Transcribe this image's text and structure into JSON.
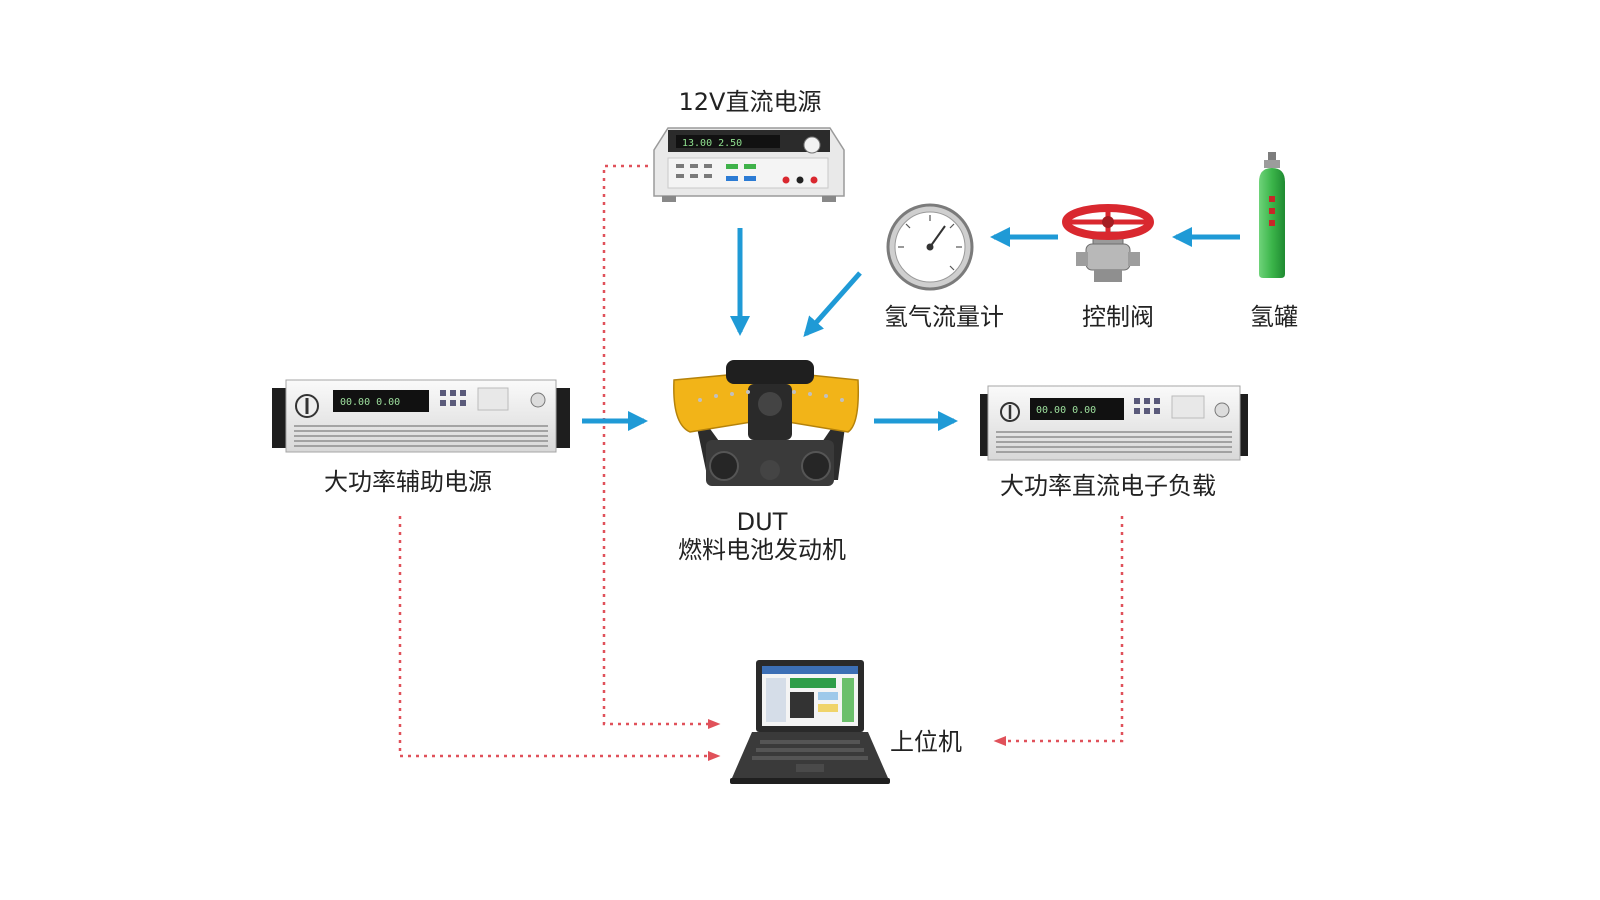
{
  "colors": {
    "flow_arrow": "#1f9ad6",
    "signal_line": "#e0515a",
    "engine_accent": "#f2b418",
    "tank": "#3bb54a",
    "valve": "#d9282f"
  },
  "nodes": {
    "dc_supply_12v": {
      "label": "12V直流电源"
    },
    "flow_meter": {
      "label": "氢气流量计"
    },
    "control_valve": {
      "label": "控制阀"
    },
    "hydrogen_tank": {
      "label": "氢罐"
    },
    "aux_power": {
      "label": "大功率辅助电源"
    },
    "dut": {
      "label_line1": "DUT",
      "label_line2": "燃料电池发动机"
    },
    "dc_load": {
      "label": "大功率直流电子负载"
    },
    "host_pc": {
      "label": "上位机"
    }
  },
  "icons": {
    "dc_supply_12v": "bench-power-supply-icon",
    "flow_meter": "pressure-gauge-icon",
    "control_valve": "handwheel-valve-icon",
    "hydrogen_tank": "gas-cylinder-icon",
    "aux_power": "rack-power-supply-icon",
    "dut": "engine-icon",
    "dc_load": "electronic-load-icon",
    "host_pc": "laptop-icon"
  }
}
